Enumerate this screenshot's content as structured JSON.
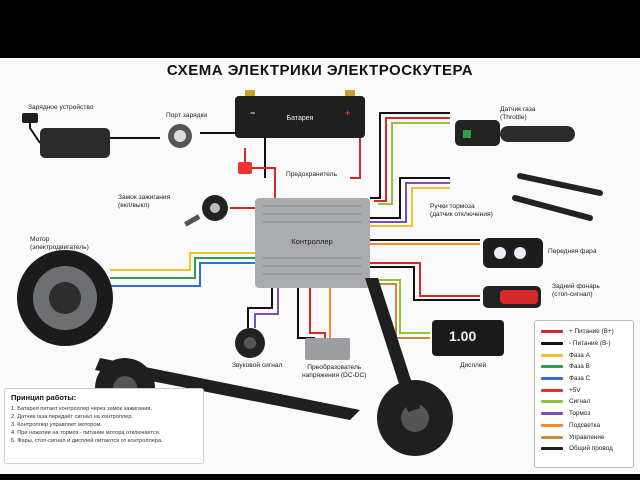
{
  "title": "СХЕМА ЭЛЕКТРИКИ ЭЛЕКТРОСКУТЕРА",
  "components": {
    "charger": "Зарядное устройство",
    "charge_port": "Порт зарядки",
    "battery": "Батарея",
    "fuse": "Предохранитель",
    "ignition": "Замок зажигания\n(вкл/выкл)",
    "controller": "Контроллер",
    "motor": "Мотор\n(электродвигатель)",
    "horn": "Звуковой сигнал",
    "dcdc": "Преобразователь\nнапряжения (DC-DC)",
    "throttle": "Датчик газа\n(Throttle)",
    "brakes": "Ручки тормоза\n(датчик отключения)",
    "headlight": "Передняя фара",
    "taillight": "Задний фонарь\n(стоп-сигнал)",
    "display": "Дисплей",
    "display_value": "1.00"
  },
  "principles": {
    "heading": "Принцип работы:",
    "items": [
      "1. Батарея питает контроллер через замок зажигания.",
      "2. Датчик газа передаёт сигнал на контроллер.",
      "3. Контроллер управляет мотором.",
      "4. При нажатии на тормоз - питание мотора отключается.",
      "5. Фары, стоп-сигнал и дисплей питаются от контроллера."
    ]
  },
  "legend": [
    {
      "label": "+ Питание (B+)",
      "color": "#d62828"
    },
    {
      "label": "- Питание (B-)",
      "color": "#111111"
    },
    {
      "label": "Фаза A",
      "color": "#f2c12e"
    },
    {
      "label": "Фаза B",
      "color": "#2e9e4f"
    },
    {
      "label": "Фаза C",
      "color": "#2f6fd1"
    },
    {
      "label": "+5V",
      "color": "#e0342b"
    },
    {
      "label": "Сигнал",
      "color": "#8fc43a"
    },
    {
      "label": "Тормоз",
      "color": "#7c4dbd"
    },
    {
      "label": "Подсветка",
      "color": "#f08a24"
    },
    {
      "label": "Управление",
      "color": "#c98a3a"
    },
    {
      "label": "Общий провод",
      "color": "#222222"
    }
  ]
}
